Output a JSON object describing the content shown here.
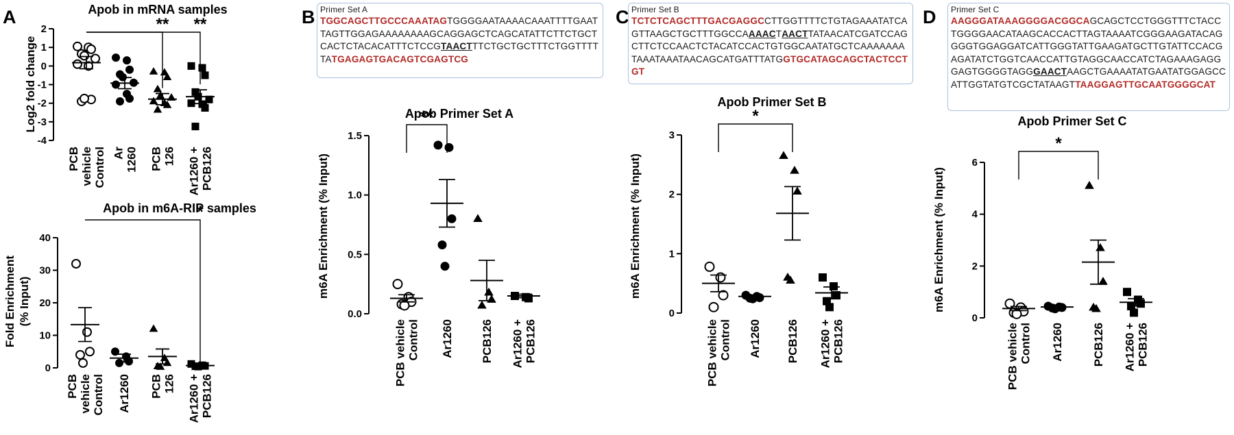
{
  "panels": [
    {
      "letter": "A",
      "label": "A"
    },
    {
      "letter": "B",
      "label": "B"
    },
    {
      "letter": "C",
      "label": "C"
    },
    {
      "letter": "D",
      "label": "D"
    }
  ],
  "sequences": [
    {
      "id": "B",
      "title": "Primer Set A",
      "segments": [
        {
          "t": "TGGCAGCTTGCCCAAATAG",
          "s": "primer"
        },
        {
          "t": "TGGGGAATAAAACAAATTTTGAATTAGTTGGAGAAAAAAAAGCAGGAGCTCAGCATATTCTTCTGCTCACTCTACACATTTCTCCG",
          "s": ""
        },
        {
          "t": "TAACT",
          "s": "motif"
        },
        {
          "t": "TTCTGCTGCTTTCTGGTTTTTA",
          "s": ""
        },
        {
          "t": "TGAGAGTGACAGTCGAGTCG",
          "s": "primer"
        }
      ]
    },
    {
      "id": "C",
      "title": "Primer Set B",
      "segments": [
        {
          "t": "TCTCTCAGCTTTGACGAGGC",
          "s": "primer"
        },
        {
          "t": "CTTGGTTTTCTGTAGAAATATCAGTTAAGCTGCTTTGGCCA",
          "s": ""
        },
        {
          "t": "AAAC",
          "s": "motif"
        },
        {
          "t": "T",
          "s": ""
        },
        {
          "t": "AACT",
          "s": "motif"
        },
        {
          "t": "TATAACATCGATCCAGCTTCTCCAACTCTACATCCACTGTGGCAATATGCTCAAAAAAATAAATAAATAACAGCATGATTTATG",
          "s": ""
        },
        {
          "t": "GTGCATAGCAGCTACTCCTGT",
          "s": "primer"
        }
      ]
    },
    {
      "id": "D",
      "title": "Primer Set C",
      "segments": [
        {
          "t": "AAGGGATAAAGGGGACGGCA",
          "s": "primer"
        },
        {
          "t": "GCAGCTCCTGGGTTTCTACCTGGGGAACATAAGCACCACTTAGTAAAATCGGGAAGATACAGGGGTGGAGGATCATTGGGTATTGAAGATGCTTGTATTCCACGAGATATCTGGTCAACCATTGTAGGCAACCATCTAGAAAGAGGGAGTGGGGTAGG",
          "s": ""
        },
        {
          "t": "GAACT",
          "s": "motif"
        },
        {
          "t": "AAGCTGAAAATATGAATATGGAGCCATTGGTATGTCGCTATAAGT",
          "s": ""
        },
        {
          "t": "TAAGGAGTTGCAATGGGGCAT",
          "s": "primer"
        }
      ]
    }
  ],
  "chart_data": [
    {
      "id": "A_mrna",
      "type": "scatter",
      "title": "Apob in mRNA samples",
      "xlabel": "",
      "ylabel": "Log2 fold change",
      "ylim": [
        -4,
        2
      ],
      "yticks": [
        -4,
        -3,
        -2,
        -1,
        0,
        1,
        2
      ],
      "categories": [
        [
          "PCB",
          "vehicle",
          "Control"
        ],
        [
          "Ar",
          "1260"
        ],
        [
          "PCB",
          "126"
        ],
        [
          "Ar1260 +",
          "PCB126"
        ]
      ],
      "markers": [
        "open-circle",
        "circle",
        "triangle",
        "square"
      ],
      "points": [
        [
          1.05,
          1.0,
          0.9,
          0.65,
          0.55,
          0.4,
          0.1,
          0.0,
          -1.8,
          -1.9,
          -1.75
        ],
        [
          0.45,
          0.3,
          -0.2,
          -0.45,
          -0.6,
          -0.9,
          -1.0,
          -1.5,
          -1.75,
          -1.9
        ],
        [
          -0.3,
          -0.35,
          -0.6,
          -1.25,
          -1.6,
          -1.7,
          -1.9,
          -2.0,
          -2.1,
          -2.35
        ],
        [
          0.0,
          -0.1,
          -0.5,
          -1.4,
          -1.65,
          -1.8,
          -2.0,
          -2.05,
          -2.25,
          -3.25
        ]
      ],
      "mean": [
        0.18,
        -0.92,
        -1.78,
        -1.65
      ],
      "sem": [
        0.33,
        0.3,
        0.3,
        0.37
      ],
      "brackets": [
        {
          "from": 0,
          "to": 2,
          "label": "**"
        },
        {
          "from": 0,
          "to": 3,
          "label": "**"
        }
      ]
    },
    {
      "id": "A_rip",
      "type": "scatter",
      "title": "Apob in m6A-RIP samples",
      "xlabel": "",
      "ylabel": "Fold Enrichment\n(% Input)",
      "ylim": [
        0,
        40
      ],
      "yticks": [
        0,
        10,
        20,
        30,
        40
      ],
      "categories": [
        [
          "PCB",
          "vehicle",
          "Control"
        ],
        [
          "Ar1260"
        ],
        [
          "PCB",
          "126"
        ],
        [
          "Ar1260 +",
          "PCB126"
        ]
      ],
      "markers": [
        "open-circle",
        "circle",
        "triangle",
        "square"
      ],
      "points": [
        [
          32,
          11,
          5,
          4,
          1.5
        ],
        [
          5,
          3.5,
          2,
          1.5
        ],
        [
          12,
          3,
          1.5,
          0.5,
          0.3
        ],
        [
          1.2,
          0.8,
          0.6,
          0.5,
          0.4
        ]
      ],
      "mean": [
        13.3,
        3.0,
        3.5,
        0.7
      ],
      "sem": [
        5.2,
        1.2,
        2.3,
        0.25
      ],
      "brackets": [
        {
          "from": 0,
          "to": 3,
          "label": "*"
        }
      ]
    },
    {
      "id": "B",
      "type": "scatter",
      "title": "Apob Primer Set A",
      "xlabel": "",
      "ylabel": "m6A Enrichment (% Input)",
      "ylim": [
        0,
        1.5
      ],
      "yticks": [
        0.0,
        0.5,
        1.0,
        1.5
      ],
      "yfmt": 1,
      "categories": [
        [
          "PCB vehicle",
          "Control"
        ],
        [
          "Ar1260"
        ],
        [
          "PCB126"
        ],
        [
          "Ar1260 +",
          "PCB126"
        ]
      ],
      "markers": [
        "open-circle",
        "circle",
        "triangle",
        "square"
      ],
      "points": [
        [
          0.25,
          0.14,
          0.1,
          0.08,
          0.07
        ],
        [
          1.42,
          1.4,
          0.8,
          0.58,
          0.4
        ],
        [
          0.8,
          0.18,
          0.12,
          0.07
        ],
        [
          0.15,
          0.14,
          0.13
        ]
      ],
      "mean": [
        0.13,
        0.93,
        0.28,
        0.15
      ],
      "sem": [
        0.03,
        0.2,
        0.17,
        0.015
      ],
      "brackets": [
        {
          "from": 0,
          "to": 1,
          "label": "**"
        }
      ]
    },
    {
      "id": "C",
      "type": "scatter",
      "title": "Apob Primer Set B",
      "xlabel": "",
      "ylabel": "m6A Enrichment (% Input)",
      "ylim": [
        0,
        3
      ],
      "yticks": [
        0,
        1,
        2,
        3
      ],
      "categories": [
        [
          "PCB vehicle",
          "Control"
        ],
        [
          "Ar1260"
        ],
        [
          "PCB126"
        ],
        [
          "Ar1260 +",
          "PCB126"
        ]
      ],
      "markers": [
        "open-circle",
        "circle",
        "triangle",
        "square"
      ],
      "points": [
        [
          0.78,
          0.6,
          0.3,
          0.1
        ],
        [
          0.3,
          0.28,
          0.26,
          0.25,
          0.24
        ],
        [
          2.65,
          2.4,
          2.05,
          0.6,
          0.55
        ],
        [
          0.6,
          0.45,
          0.3,
          0.2,
          0.1
        ]
      ],
      "mean": [
        0.5,
        0.28,
        1.68,
        0.34
      ],
      "sem": [
        0.14,
        0.02,
        0.45,
        0.1
      ],
      "brackets": [
        {
          "from": 0,
          "to": 2,
          "label": "*"
        }
      ]
    },
    {
      "id": "D",
      "type": "scatter",
      "title": "Apob Primer Set C",
      "xlabel": "",
      "ylabel": "m6A Enrichment (% Input)",
      "ylim": [
        0,
        6
      ],
      "yticks": [
        0,
        2,
        4,
        6
      ],
      "categories": [
        [
          "PCB vehicle",
          "Control"
        ],
        [
          "Ar1260"
        ],
        [
          "PCB126"
        ],
        [
          "Ar1260 +",
          "PCB126"
        ]
      ],
      "markers": [
        "open-circle",
        "circle",
        "triangle",
        "square"
      ],
      "points": [
        [
          0.55,
          0.4,
          0.25,
          0.2,
          0.15
        ],
        [
          0.45,
          0.42,
          0.4,
          0.38,
          0.35
        ],
        [
          5.1,
          2.7,
          1.4,
          0.4,
          0.35
        ],
        [
          1.0,
          0.7,
          0.55,
          0.45,
          0.2
        ]
      ],
      "mean": [
        0.36,
        0.42,
        2.15,
        0.6
      ],
      "sem": [
        0.08,
        0.02,
        0.85,
        0.14
      ],
      "brackets": [
        {
          "from": 0,
          "to": 2,
          "label": "*"
        }
      ]
    }
  ]
}
